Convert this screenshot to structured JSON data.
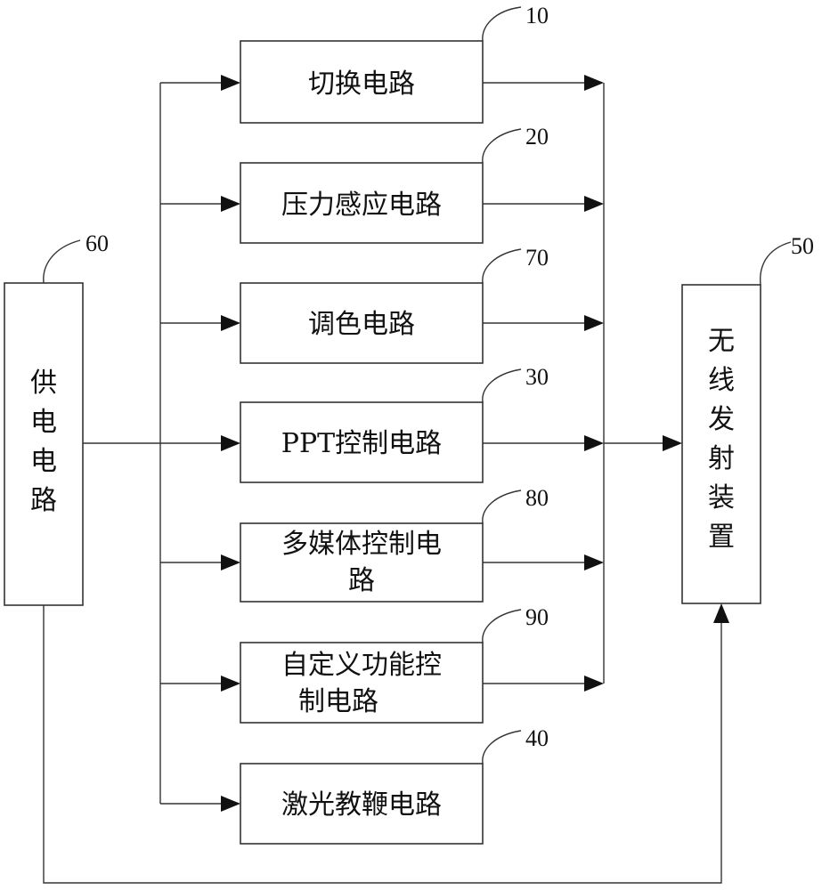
{
  "blocks": {
    "power": {
      "label_chars": [
        "供",
        "电",
        "电",
        "路"
      ],
      "ref": "60"
    },
    "wireless": {
      "label_chars": [
        "无",
        "线",
        "发",
        "射",
        "装",
        "置"
      ],
      "ref": "50"
    },
    "circuits": [
      {
        "lines": [
          "切换电路"
        ],
        "ref": "10"
      },
      {
        "lines": [
          "压力感应电路"
        ],
        "ref": "20"
      },
      {
        "lines": [
          "调色电路"
        ],
        "ref": "70"
      },
      {
        "lines": [
          "PPT控制电路"
        ],
        "ref": "30"
      },
      {
        "lines": [
          "多媒体控制电",
          "路"
        ],
        "ref": "80"
      },
      {
        "lines": [
          "自定义功能控",
          "制电路"
        ],
        "ref": "90"
      },
      {
        "lines": [
          "激光教鞭电路"
        ],
        "ref": "40"
      }
    ]
  },
  "colors": {
    "line": "#333333",
    "text": "#111111",
    "background": "#ffffff"
  }
}
